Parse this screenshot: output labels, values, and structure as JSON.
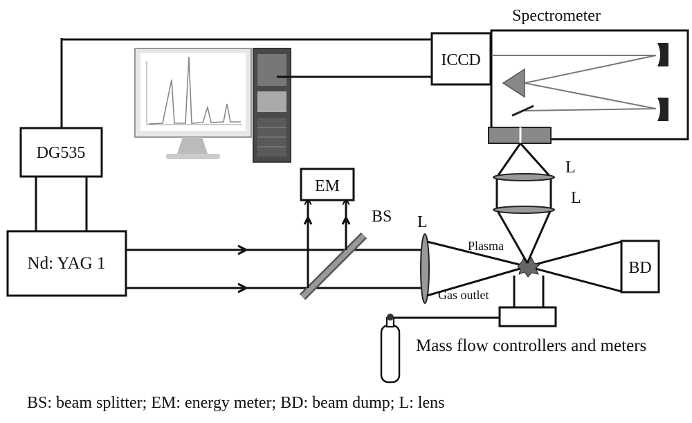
{
  "labels": {
    "spectrometer": "Spectrometer",
    "iccd": "ICCD",
    "dg535": "DG535",
    "em": "EM",
    "bs": "BS",
    "l_main": "L",
    "l_top": "L",
    "l_mid": "L",
    "laser": "Nd: YAG 1",
    "plasma": "Plasma",
    "gas_outlet": "Gas outlet",
    "bd": "BD",
    "mass_flow": "Mass flow controllers and meters"
  },
  "legend": "BS: beam splitter; EM: energy meter; BD: beam dump; L: lens",
  "colors": {
    "line": "#111111",
    "component_gray": "#888888",
    "dark_component": "#222222"
  },
  "icons": [
    "computer-monitor-icon",
    "computer-tower-icon",
    "gas-cylinder-icon",
    "prism-icon",
    "concave-mirror-icon"
  ]
}
